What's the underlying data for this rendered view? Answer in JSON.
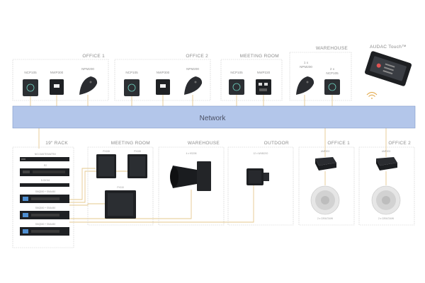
{
  "network": {
    "label": "Network",
    "color": "#b3c6ea"
  },
  "wire_color": "#e6c98e",
  "brand_label": "AUDAC Touch™",
  "top_zones": {
    "office1": {
      "title": "OFFICE 1",
      "devices": [
        "NCP105",
        "NWP300",
        "NPM200"
      ]
    },
    "office2": {
      "title": "OFFICE 2",
      "devices": [
        "NCP105",
        "NWP300",
        "NPM200"
      ]
    },
    "meeting": {
      "title": "MEETING ROOM",
      "devices": [
        "NCP105",
        "NWP220"
      ]
    },
    "warehouse": {
      "title": "WAREHOUSE",
      "devices": [
        "1 x",
        "NPM200",
        "2 x",
        "NCP105"
      ]
    }
  },
  "rack": {
    "title": "19\" RACK",
    "units": [
      "NIO-DANTE/MATRIX",
      "R2",
      "D-DIO16",
      "SMQ500 + SMA450",
      "SMQ500 + SMA450",
      "SMQ500 + SMA450"
    ]
  },
  "meeting_bottom": {
    "title": "MEETING ROOM",
    "labels": [
      "PX108",
      "PX108",
      "PX115"
    ]
  },
  "warehouse_bottom": {
    "title": "WAREHOUSE",
    "label": "4 x KS208"
  },
  "outdoor": {
    "title": "OUTDOOR",
    "label": "12 x WX802/O"
  },
  "office1_bottom": {
    "title": "OFFICE 1",
    "amp": "AMP203",
    "speaker": "2 x CIRA724/W"
  },
  "office2_bottom": {
    "title": "OFFICE 2",
    "amp": "AMP203",
    "speaker": "2 x CIRA724/W"
  }
}
